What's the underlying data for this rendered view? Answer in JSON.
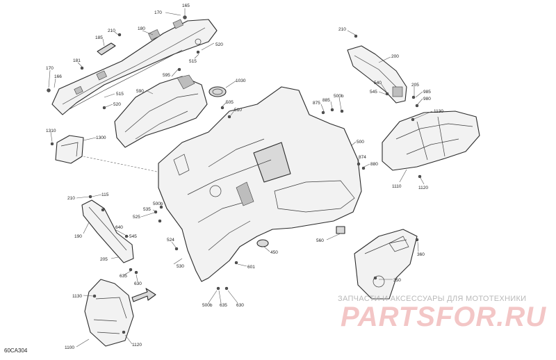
{
  "diagram_code": "60CA304",
  "watermark": {
    "line": "ЗАПЧАСТИ И АКСЕССУАРЫ ДЛЯ МОТОТЕХНИКИ",
    "brand": "PARTSFOR.RU"
  },
  "callouts": [
    {
      "id": "c165",
      "label": "165"
    },
    {
      "id": "c170a",
      "label": "170"
    },
    {
      "id": "c180",
      "label": "180"
    },
    {
      "id": "c185",
      "label": "185"
    },
    {
      "id": "c210a",
      "label": "210"
    },
    {
      "id": "c520a",
      "label": "520"
    },
    {
      "id": "c515a",
      "label": "515"
    },
    {
      "id": "c181",
      "label": "181"
    },
    {
      "id": "c170b",
      "label": "170"
    },
    {
      "id": "c166",
      "label": "166"
    },
    {
      "id": "c515b",
      "label": "515"
    },
    {
      "id": "c520b",
      "label": "520"
    },
    {
      "id": "c595",
      "label": "595"
    },
    {
      "id": "c590",
      "label": "590"
    },
    {
      "id": "c1030",
      "label": "1030"
    },
    {
      "id": "c505",
      "label": "505"
    },
    {
      "id": "c510",
      "label": "510"
    },
    {
      "id": "c1310",
      "label": "1310"
    },
    {
      "id": "c1300",
      "label": "1300"
    },
    {
      "id": "c210b",
      "label": "210"
    },
    {
      "id": "c200",
      "label": "200"
    },
    {
      "id": "c540",
      "label": "540"
    },
    {
      "id": "c545a",
      "label": "545"
    },
    {
      "id": "c205a",
      "label": "205"
    },
    {
      "id": "c985",
      "label": "985"
    },
    {
      "id": "c980",
      "label": "980"
    },
    {
      "id": "c875",
      "label": "875"
    },
    {
      "id": "c885",
      "label": "885"
    },
    {
      "id": "c500b1",
      "label": "500b"
    },
    {
      "id": "c1130a",
      "label": "1130"
    },
    {
      "id": "c500",
      "label": "500"
    },
    {
      "id": "c874",
      "label": "874"
    },
    {
      "id": "c880",
      "label": "880"
    },
    {
      "id": "c1110",
      "label": "1110"
    },
    {
      "id": "c1120a",
      "label": "1120"
    },
    {
      "id": "c210c",
      "label": "210"
    },
    {
      "id": "c115",
      "label": "115"
    },
    {
      "id": "c500b2",
      "label": "500b"
    },
    {
      "id": "c535",
      "label": "535"
    },
    {
      "id": "c525",
      "label": "525"
    },
    {
      "id": "c190",
      "label": "190"
    },
    {
      "id": "c640",
      "label": "640"
    },
    {
      "id": "c545b",
      "label": "545"
    },
    {
      "id": "c524",
      "label": "524"
    },
    {
      "id": "c560",
      "label": "560"
    },
    {
      "id": "c450",
      "label": "450"
    },
    {
      "id": "c205b",
      "label": "205"
    },
    {
      "id": "c530",
      "label": "530"
    },
    {
      "id": "c601",
      "label": "601"
    },
    {
      "id": "c360",
      "label": "360"
    },
    {
      "id": "c635a",
      "label": "635"
    },
    {
      "id": "c630a",
      "label": "630"
    },
    {
      "id": "c350",
      "label": "350"
    },
    {
      "id": "c1130b",
      "label": "1130"
    },
    {
      "id": "c500b3",
      "label": "500b"
    },
    {
      "id": "c635b",
      "label": "635"
    },
    {
      "id": "c630b",
      "label": "630"
    },
    {
      "id": "c1100",
      "label": "1100"
    },
    {
      "id": "c1120b",
      "label": "1120"
    }
  ]
}
